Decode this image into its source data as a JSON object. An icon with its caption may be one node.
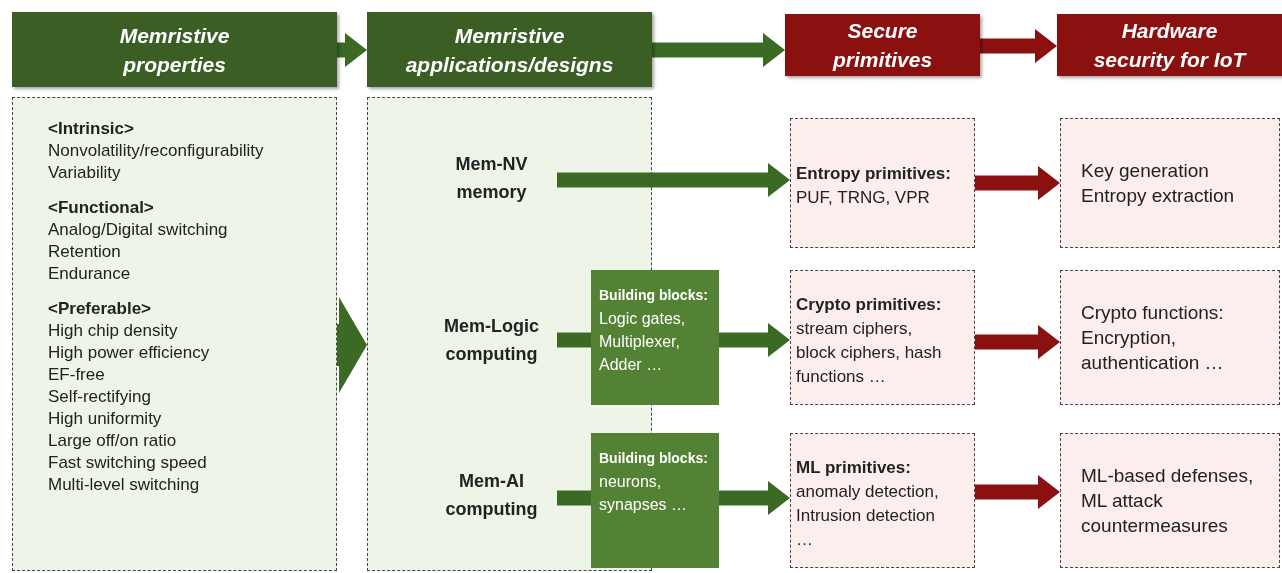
{
  "diagram": {
    "nodes": [
      {
        "text": [
          "Memristive properties"
        ]
      },
      {
        "text": [
          "Memristive applications/designs"
        ]
      },
      {
        "text": [
          "Secure primitives"
        ]
      },
      {
        "text": [
          "Hardware security for IoT"
        ]
      },
      {
        "text": [
          "<Intrinsic>",
          "Nonvolatility/reconfigurability",
          "Variability",
          "<Functional>",
          "Analog/Digital switching",
          "Retention",
          "Endurance",
          "<Preferable>",
          "High chip density",
          "High power efficiency",
          "EF-free",
          "Self-rectifying",
          "High uniformity",
          "Large off/on ratio",
          "Fast switching speed",
          "Multi-level switching"
        ]
      },
      {
        "text": [],
        "shape": "box"
      },
      {
        "text": [
          "Mem-NV memory"
        ],
        "in": 5
      },
      {
        "text": [
          "Mem-Logic computing"
        ],
        "in": 5
      },
      {
        "text": [
          "Building blocks:",
          "Logic gates, Multiplexer, Adder …"
        ]
      },
      {
        "text": [
          "Mem-AI computing"
        ],
        "in": 5
      },
      {
        "text": [
          "Building blocks:",
          "neurons, synapses …"
        ]
      },
      {
        "text": [
          "Entropy primitives:",
          "PUF, TRNG, VPR"
        ]
      },
      {
        "text": [
          "Crypto primitives:",
          "stream ciphers, block ciphers, hash functions …"
        ]
      },
      {
        "text": [
          "ML primitives:",
          "anomaly detection, Intrusion detection …"
        ]
      },
      {
        "text": [
          "Key generation",
          "Entropy extraction"
        ]
      },
      {
        "text": [
          "Crypto functions: Encryption, authentication …"
        ]
      },
      {
        "text": [
          "ML-based defenses, ML attack countermeasures"
        ]
      }
    ],
    "edges": [
      {
        "from": 0,
        "to": 1,
        "arrow": "to"
      },
      {
        "from": 1,
        "to": 2,
        "arrow": "to"
      },
      {
        "from": 2,
        "to": 3,
        "arrow": "to",
        "color": "#8b1010"
      },
      {
        "from": 4,
        "to": 5,
        "arrow": "to",
        "style": "thick"
      },
      {
        "from": 6,
        "to": 11,
        "arrow": "to"
      },
      {
        "from": 7,
        "to": 8,
        "arrow": "none"
      },
      {
        "from": 8,
        "to": 12,
        "arrow": "to"
      },
      {
        "from": 9,
        "to": 10,
        "arrow": "none"
      },
      {
        "from": 10,
        "to": 13,
        "arrow": "to"
      },
      {
        "from": 11,
        "to": 14,
        "arrow": "to",
        "color": "#8b1010"
      },
      {
        "from": 12,
        "to": 15,
        "arrow": "to",
        "color": "#8b1010"
      },
      {
        "from": 13,
        "to": 16,
        "arrow": "to",
        "color": "#8b1010"
      }
    ]
  }
}
